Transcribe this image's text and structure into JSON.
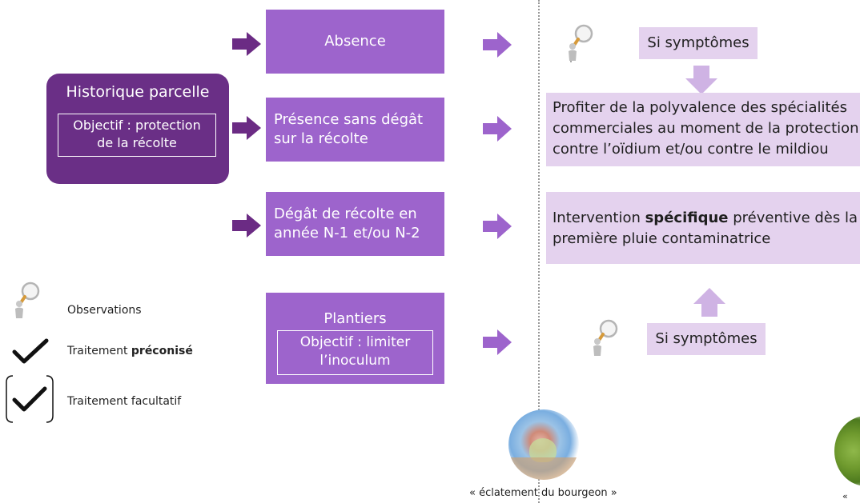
{
  "history": {
    "title": "Historique parcelle",
    "objective": "Objectif : protection de la récolte"
  },
  "cases": {
    "absence": "Absence",
    "presence": "Présence sans dégât sur la récolte",
    "degat": "Dégât de récolte en année N-1 et/ou N-2",
    "plantiers_title": "Plantiers",
    "plantiers_objective": "Objectif : limiter l’inoculum"
  },
  "actions": {
    "si_symptomes_top": "Si symptômes",
    "profiter": "Profiter de la polyvalence des spécialités commerciales au moment de la protection contre l’oïdium et/ou contre le mildiou",
    "intervention_prefix": "Intervention ",
    "intervention_bold": "spécifique",
    "intervention_suffix": " préventive dès la première pluie contaminatrice",
    "si_symptomes_bottom": "Si symptômes"
  },
  "legend": {
    "observations": "Observations",
    "traitement_prefix": "Traitement ",
    "traitement_bold": "préconisé",
    "facultatif": "Traitement facultatif"
  },
  "stages": {
    "bourgeon_label": "« éclatement du bourgeon  »",
    "second_label_fragment": "«"
  },
  "colors": {
    "dark_purple": "#6a2f86",
    "purple": "#9d64cc",
    "lavender": "#e4d2ee",
    "arrow_purple": "#6b2b84",
    "arrow_light": "#9d64cc",
    "arrow_pale": "#cfb3e4"
  }
}
